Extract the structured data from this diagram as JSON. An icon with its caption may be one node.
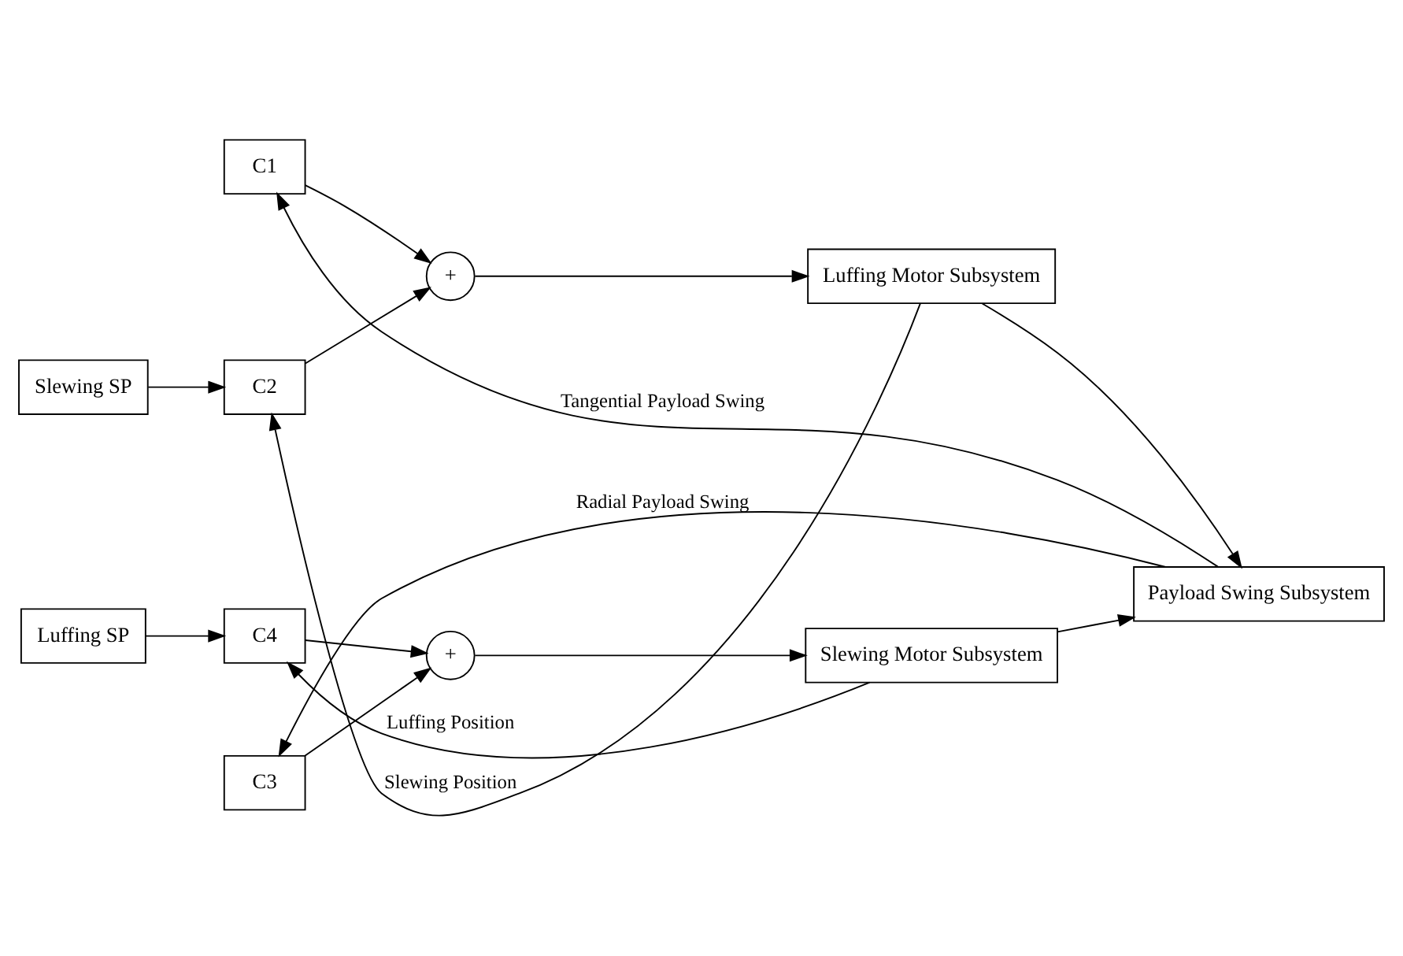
{
  "diagram": {
    "nodes": [
      {
        "text": [
          "C1"
        ]
      },
      {
        "text": [
          "Slewing SP"
        ]
      },
      {
        "text": [
          "C2"
        ]
      },
      {
        "text": [
          "+"
        ]
      },
      {
        "text": [
          "Luffing Motor Subsystem"
        ]
      },
      {
        "text": [
          "Payload Swing Subsystem"
        ]
      },
      {
        "text": [
          "Luffing SP"
        ]
      },
      {
        "text": [
          "C4"
        ]
      },
      {
        "text": [
          "+"
        ]
      },
      {
        "text": [
          "Slewing Motor Subsystem"
        ]
      },
      {
        "text": [
          "C3"
        ]
      }
    ],
    "edges": [
      {
        "from": 5,
        "to": 0,
        "arrow": "to",
        "label": "Tangential Payload Swing"
      },
      {
        "from": 0,
        "to": 3,
        "arrow": "to"
      },
      {
        "from": 1,
        "to": 2,
        "arrow": "to"
      },
      {
        "from": 2,
        "to": 3,
        "arrow": "to"
      },
      {
        "from": 3,
        "to": 4,
        "arrow": "to"
      },
      {
        "from": 4,
        "to": 5,
        "arrow": "to"
      },
      {
        "from": 4,
        "to": 2,
        "arrow": "to",
        "label": "Slewing Position"
      },
      {
        "from": 6,
        "to": 7,
        "arrow": "to"
      },
      {
        "from": 7,
        "to": 8,
        "arrow": "to"
      },
      {
        "from": 8,
        "to": 9,
        "arrow": "to"
      },
      {
        "from": 9,
        "to": 5,
        "arrow": "to"
      },
      {
        "from": 9,
        "to": 7,
        "arrow": "to",
        "label": "Luffing Position"
      },
      {
        "from": 10,
        "to": 8,
        "arrow": "to"
      },
      {
        "from": 5,
        "to": 10,
        "arrow": "to",
        "label": "Radial Payload Swing"
      }
    ]
  }
}
